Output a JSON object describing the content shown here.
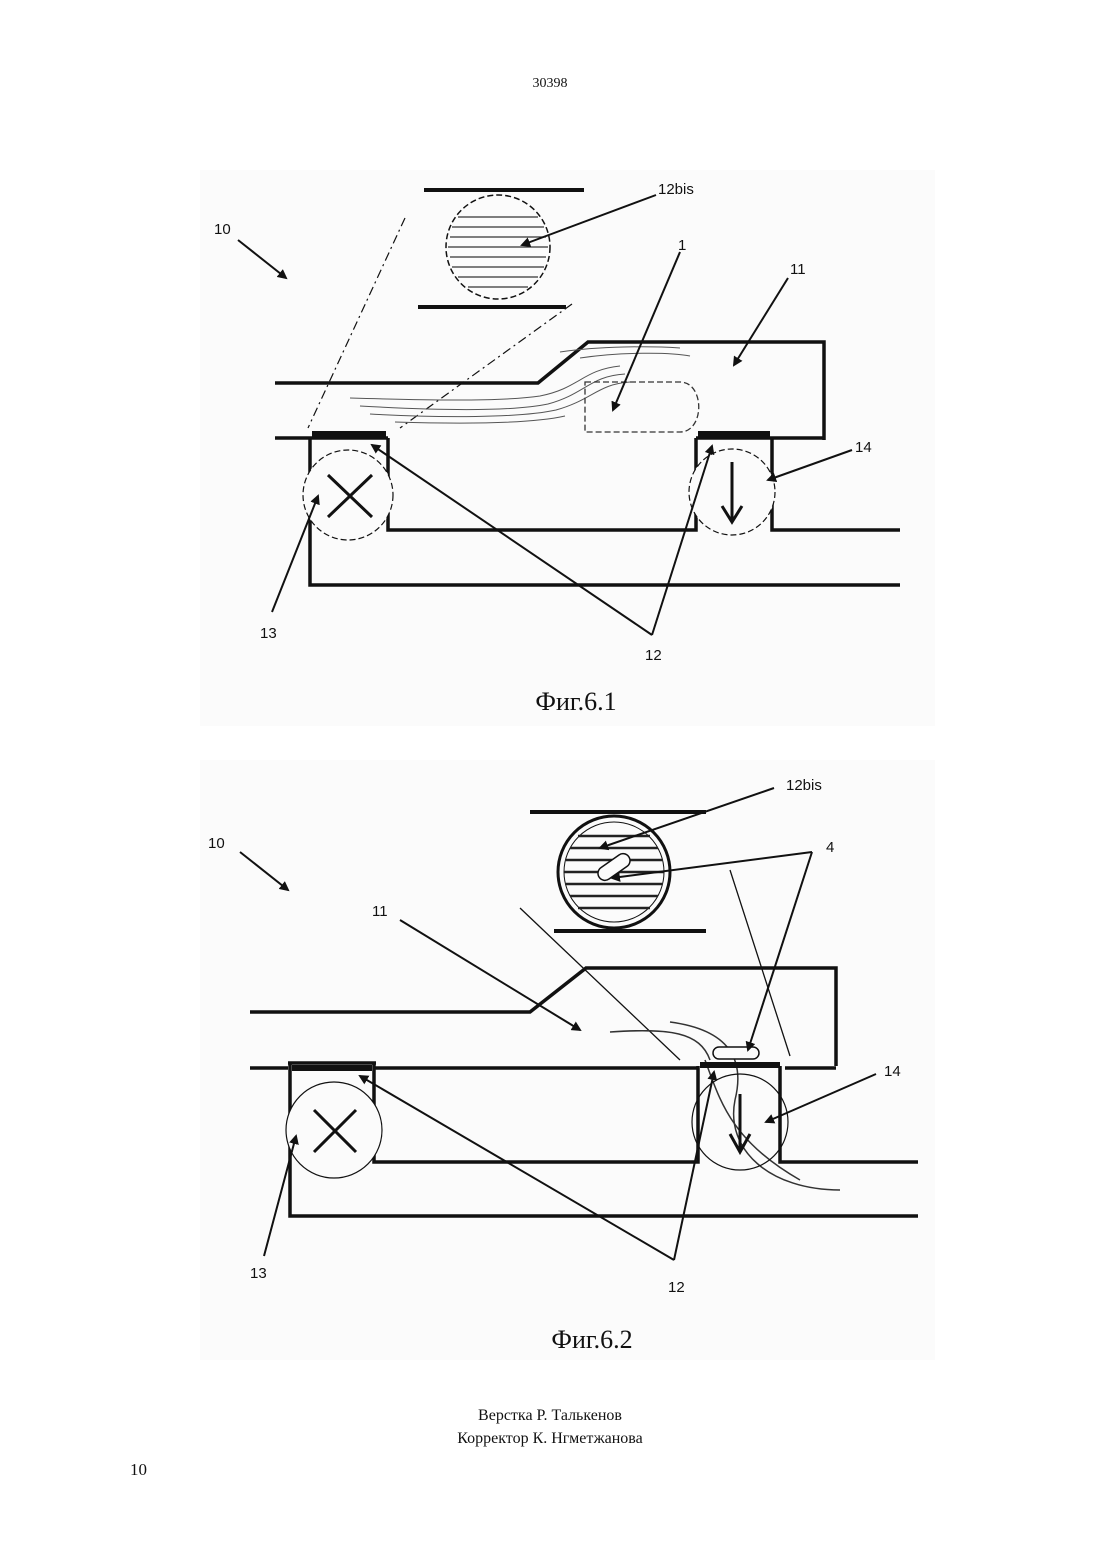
{
  "header": {
    "document_number": "30398"
  },
  "figure_1": {
    "caption": "Фиг.6.1",
    "labels": {
      "l10": "10",
      "l12bis": "12bis",
      "l1": "1",
      "l11": "11",
      "l14": "14",
      "l13": "13",
      "l12": "12"
    }
  },
  "figure_2": {
    "caption": "Фиг.6.2",
    "labels": {
      "l10": "10",
      "l12bis": "12bis",
      "l4": "4",
      "l11": "11",
      "l14": "14",
      "l13": "13",
      "l12": "12"
    }
  },
  "footer": {
    "layout_credit": "Верстка Р. Талькенов",
    "proofreader_credit": "Корректор К. Нгметжанова",
    "page_number": "10"
  }
}
